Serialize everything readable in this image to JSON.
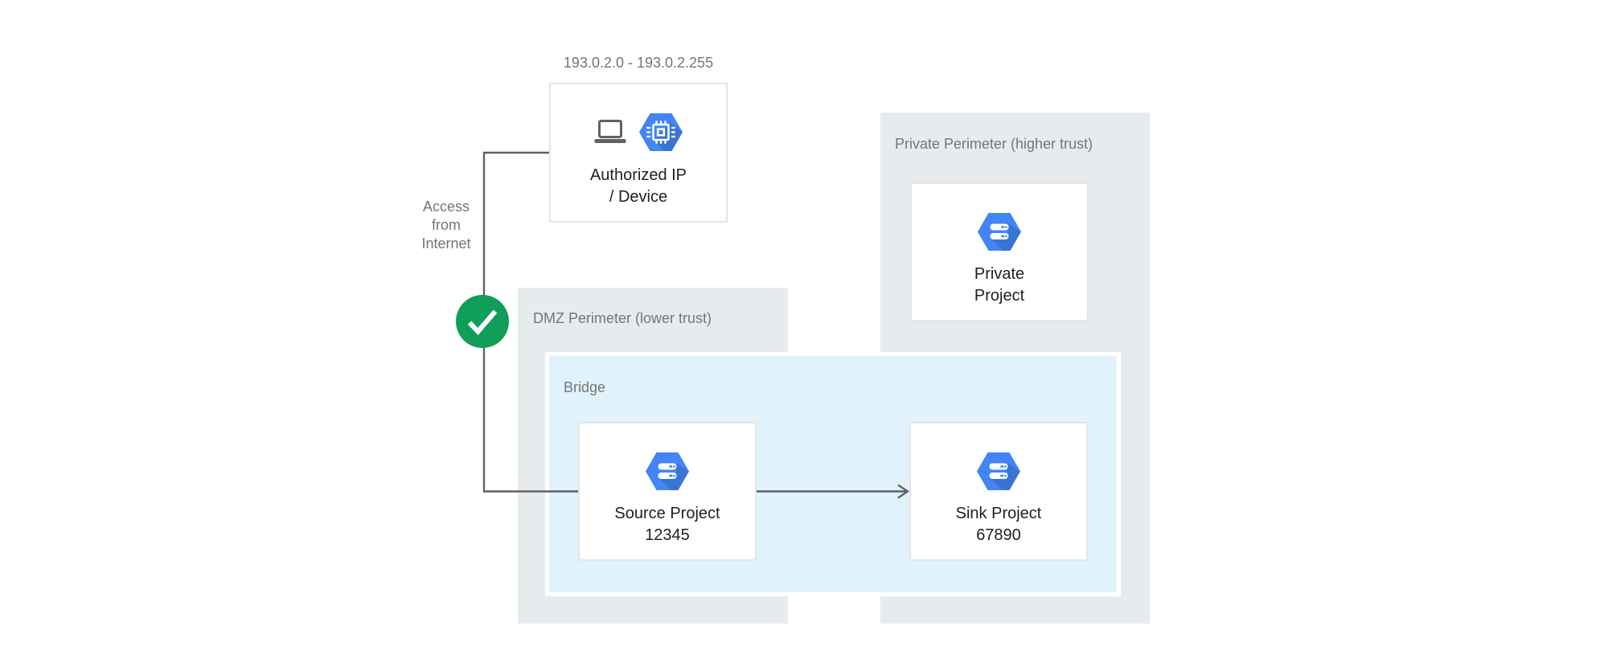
{
  "diagram": {
    "authorized": {
      "ip_range": "193.0.2.0 - 193.0.2.255",
      "label_line1": "Authorized IP",
      "label_line2": "/ Device"
    },
    "access_note": {
      "line1": "Access",
      "line2": "from",
      "line3": "Internet"
    },
    "private_perimeter": {
      "title": "Private Perimeter (higher trust)",
      "project": {
        "label_line1": "Private",
        "label_line2": "Project"
      }
    },
    "dmz_perimeter": {
      "title": "DMZ Perimeter (lower trust)"
    },
    "bridge": {
      "title": "Bridge",
      "source_project": {
        "label_line1": "Source Project",
        "label_line2": "12345"
      },
      "sink_project": {
        "label_line1": "Sink Project",
        "label_line2": "67890"
      }
    },
    "icons": {
      "laptop": "laptop-icon",
      "compute_engine": "compute-engine-hexagon-icon",
      "project": "project-hexagon-icon",
      "check": "check-icon"
    },
    "colors": {
      "hexagon_blue": "#4285F4",
      "check_green": "#0F9D58",
      "perimeter_gray": "#E8EBEE",
      "bridge_blue": "#E0F3FC",
      "connector_gray": "#616161",
      "muted_text": "#757575",
      "dark_text": "#212121",
      "node_border": "#E5E5E5"
    }
  }
}
